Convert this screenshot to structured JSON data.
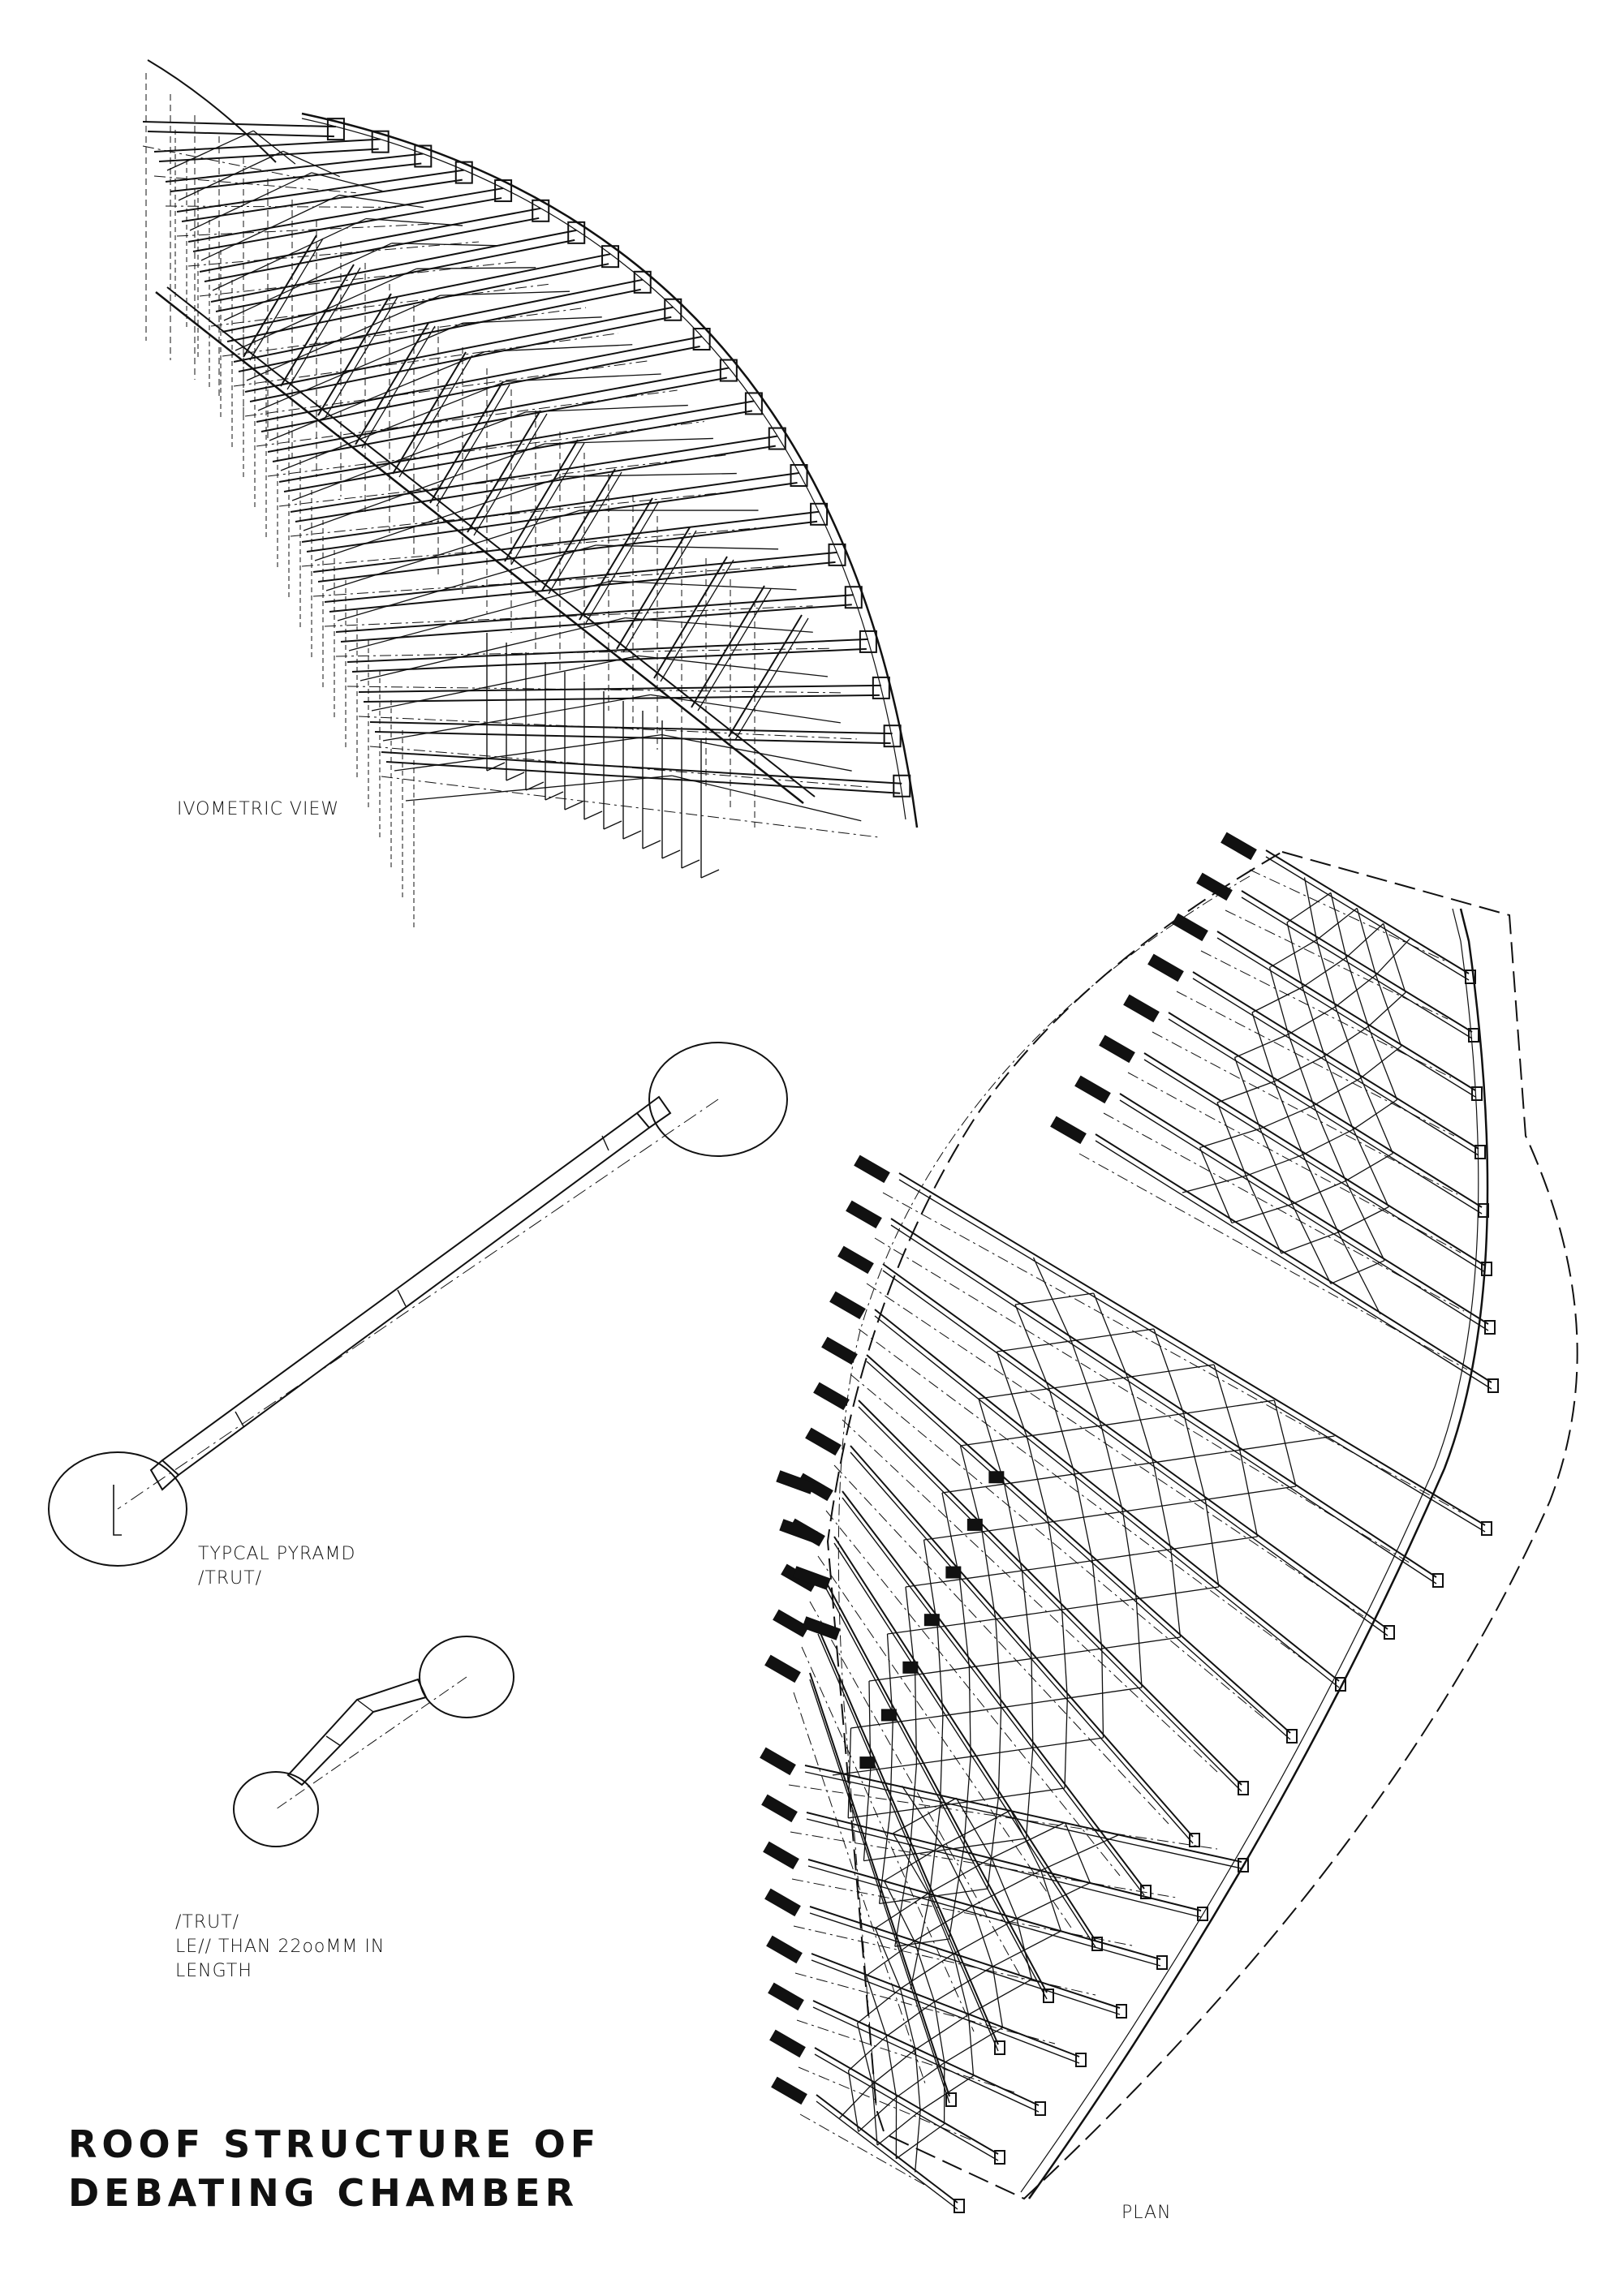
{
  "title": {
    "line1": "ROOF STRUCTURE OF",
    "line2": "DEBATING CHAMBER"
  },
  "labels": {
    "isometric": "IVOMETRIC VIEW",
    "plan": "PLAN",
    "pyramid_line1": "TYPCAL PYRAMD",
    "pyramid_line2": "/TRUT/",
    "short_line1": "/TRUT/",
    "short_line2": "LE// THAN 22ooMM IN",
    "short_line3": "LENGTH"
  },
  "colors": {
    "ink": "#111111",
    "paper": "#ffffff"
  }
}
